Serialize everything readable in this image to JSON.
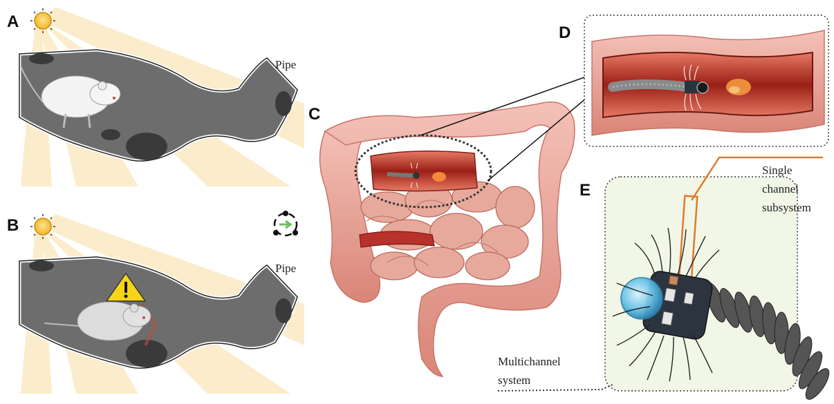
{
  "panels": {
    "a": {
      "letter": "A",
      "pipe_label": "Pipe"
    },
    "b": {
      "letter": "B",
      "pipe_label": "Pipe"
    },
    "c": {
      "letter": "C"
    },
    "d": {
      "letter": "D"
    },
    "e": {
      "letter": "E"
    }
  },
  "callouts": {
    "single_line1": "Single",
    "single_line2": "channel",
    "single_line3": "subsystem",
    "multi_line1": "Multichannel",
    "multi_line2": "system"
  },
  "colors": {
    "sun": "#f6c443",
    "light_beam": "#fbe9c2",
    "pipe_fill": "#6d6d6d",
    "pipe_dark": "#3a3a3a",
    "intestine": "#e9a59c",
    "intestine_dark": "#c87468",
    "lumen": "#a82a1e",
    "robot_body": "#2c3440",
    "robot_cap": "#6cc3e8",
    "callout_line": "#e07a2c",
    "warning": "#f7d417"
  },
  "icons": [
    "sun-icon",
    "warning-icon",
    "switch-mode-icon",
    "rat-figure",
    "robot-figure"
  ]
}
